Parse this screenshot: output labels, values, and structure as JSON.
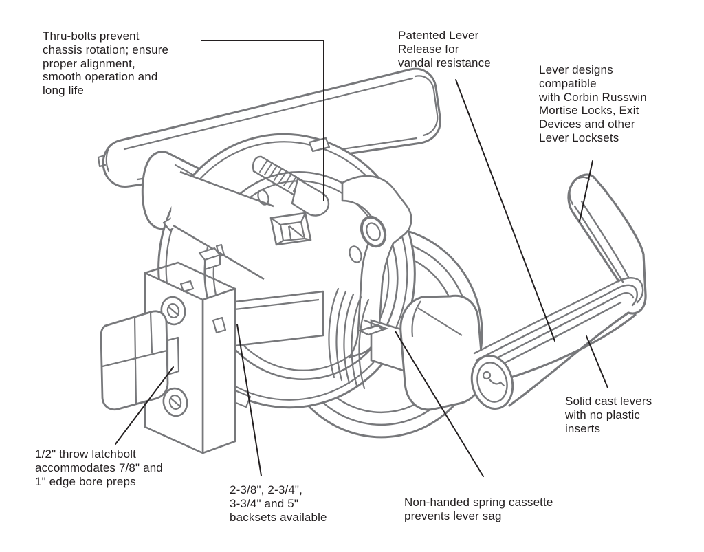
{
  "diagram": {
    "type": "technical-line-diagram",
    "subject": "Cylindrical lever lockset exploded feature view",
    "colors": {
      "background": "#ffffff",
      "artwork_line": "#77787b",
      "callout_line": "#231f20",
      "text": "#231f20"
    },
    "labels": {
      "thru_bolts": "Thru-bolts prevent\nchassis rotation; ensure\nproper alignment,\nsmooth operation and\nlong life",
      "lever_release": "Patented Lever\nRelease for\nvandal resistance",
      "lever_designs": "Lever designs\ncompatible\nwith Corbin Russwin\nMortise Locks, Exit\nDevices and other\nLever Locksets",
      "latchbolt": "1/2\" throw latchbolt\naccommodates 7/8\" and\n1\" edge bore preps",
      "backsets": "2-3/8\", 2-3/4\",\n3-3/4\" and 5\"\nbacksets available",
      "spring_cassette": "Non-handed spring cassette\nprevents lever sag",
      "solid_cast": "Solid cast levers\nwith no plastic\ninserts"
    }
  }
}
